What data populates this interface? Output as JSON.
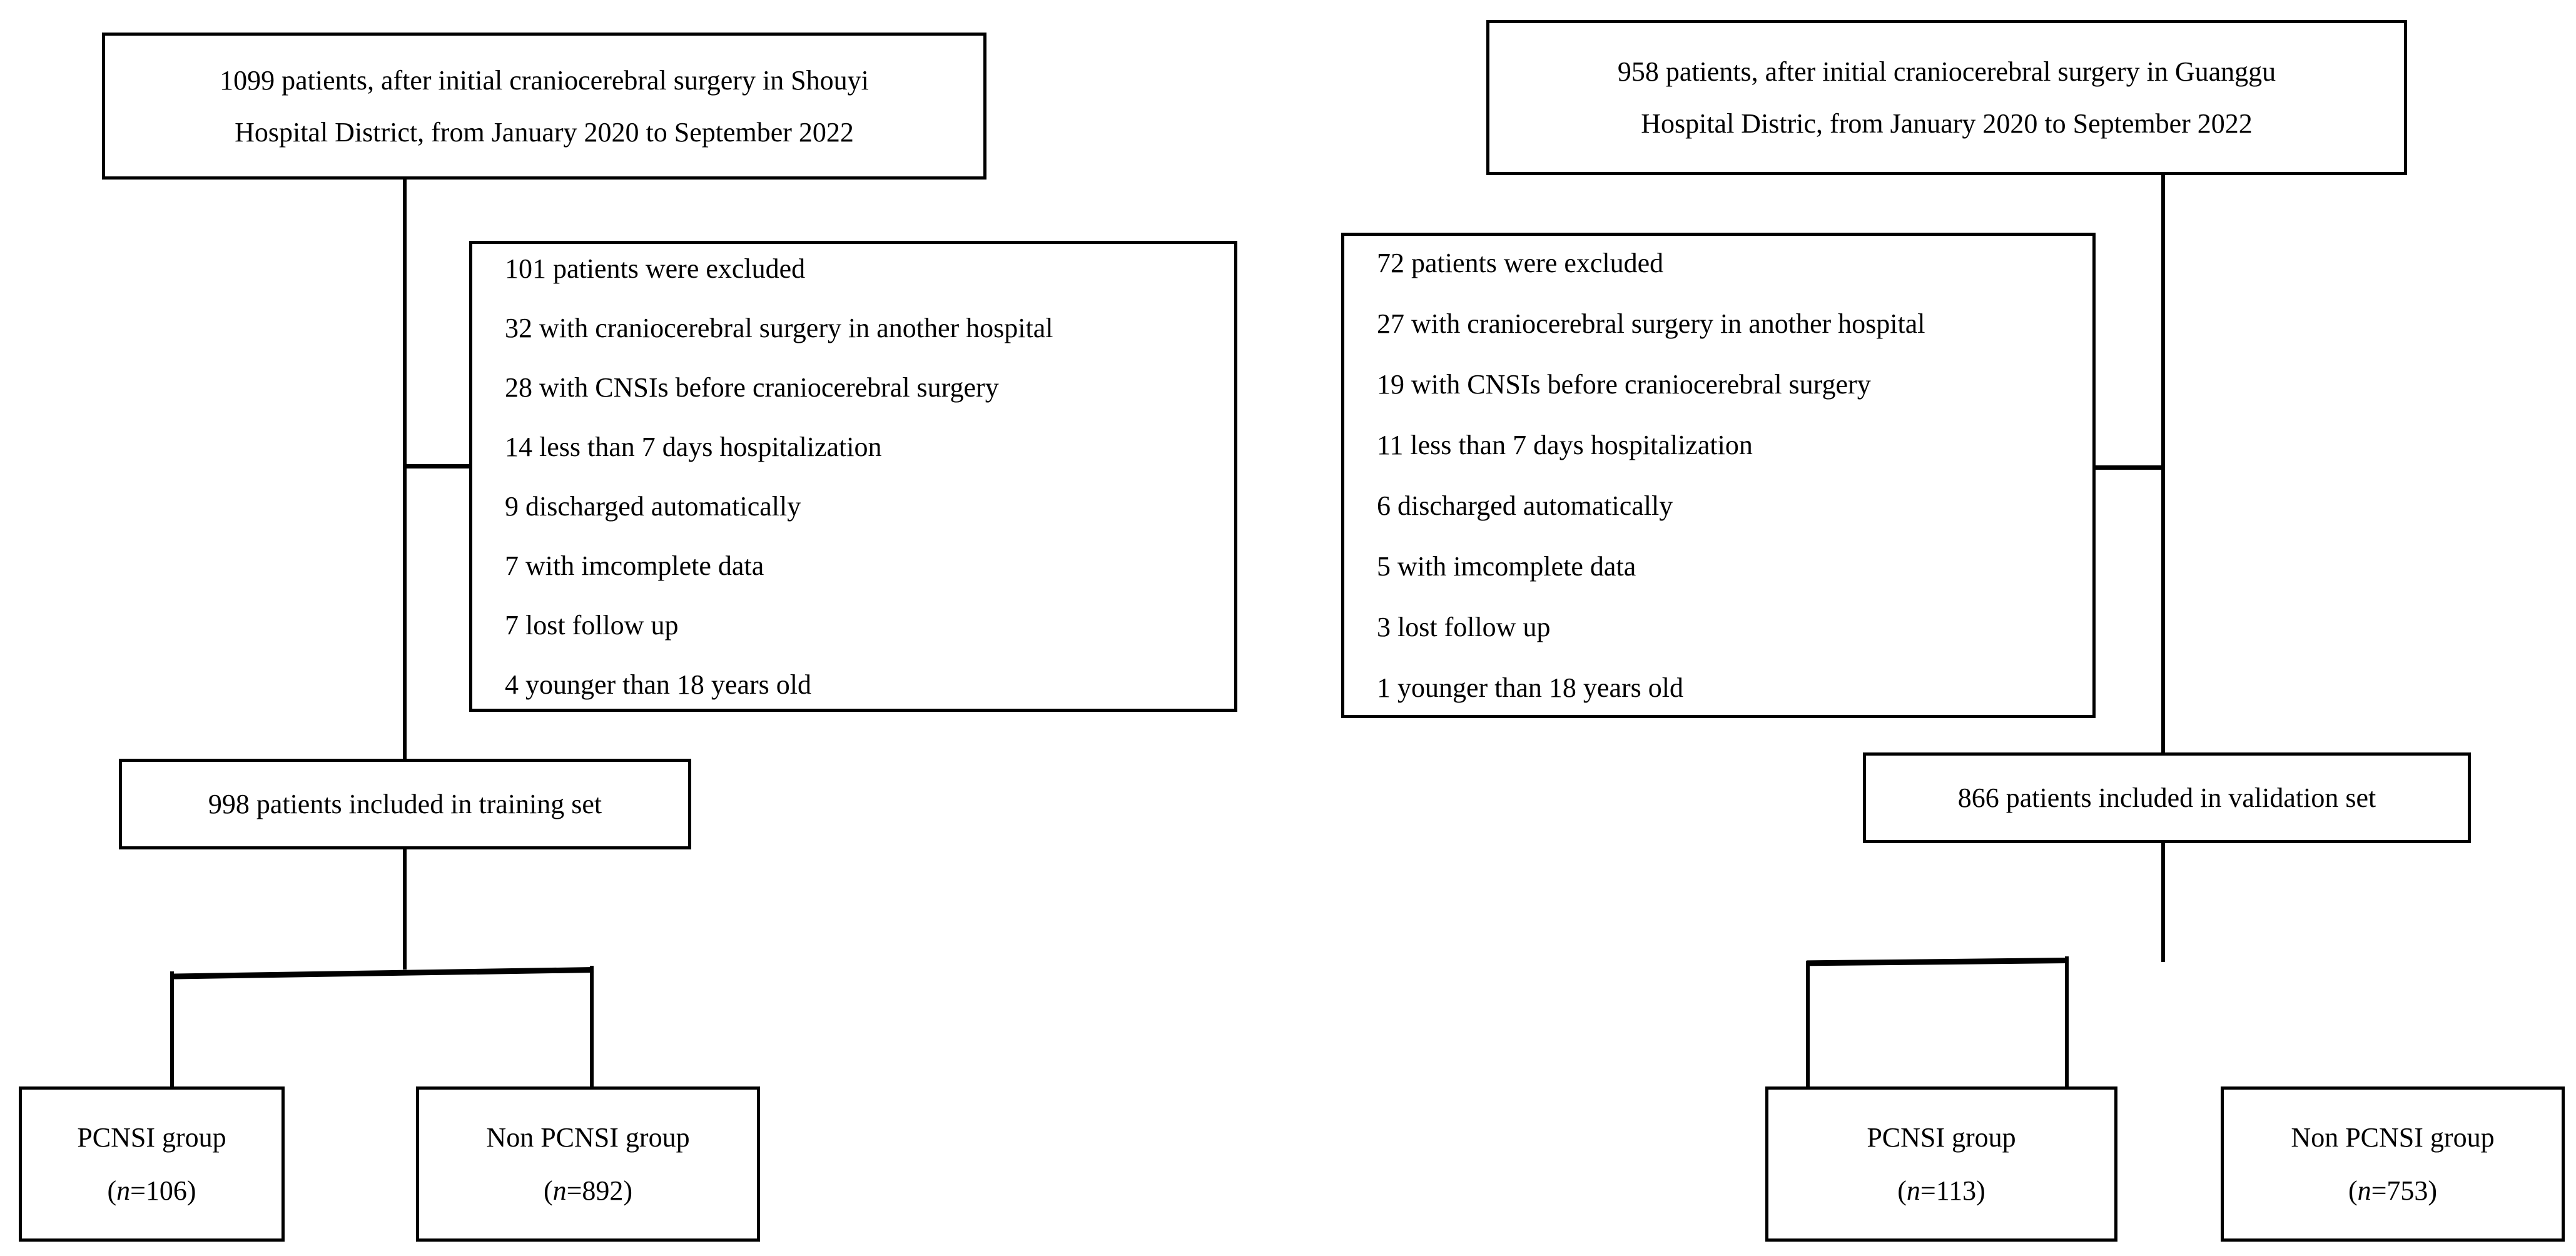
{
  "figure": {
    "type": "patient-flow-diagram",
    "stroke_color": "#000000",
    "background_color": "#ffffff"
  },
  "cohorts": [
    {
      "id": "training",
      "source_box": {
        "line1": "1099 patients, after initial craniocerebral surgery in Shouyi",
        "line2": "Hospital District, from    January 2020 to September 2022"
      },
      "exclusion_box": {
        "items": [
          "101 patients were excluded",
          "32 with craniocerebral surgery in another hospital",
          "28 with CNSIs before craniocerebral surgery",
          "14 less than 7 days hospitalization",
          "9 discharged automatically",
          "7 with imcomplete data",
          "7 lost follow up",
          "4 younger than 18 years old"
        ]
      },
      "included_box": "998 patients included in training set",
      "groups": [
        {
          "label": "PCNSI group",
          "n_prefix": "(",
          "n_symbol": "n",
          "n_value": "=106)"
        },
        {
          "label": "Non PCNSI group",
          "n_prefix": "(",
          "n_symbol": "n",
          "n_value": "=892)"
        }
      ]
    },
    {
      "id": "validation",
      "source_box": {
        "line1": "958 patients, after initial craniocerebral surgery in Guanggu",
        "line2": "Hospital Distric, from    January 2020 to September 2022"
      },
      "exclusion_box": {
        "items": [
          "72 patients were excluded",
          "27 with craniocerebral surgery in another hospital",
          "19 with CNSIs before craniocerebral surgery",
          "11 less than 7 days hospitalization",
          "6 discharged automatically",
          "5 with imcomplete data",
          "3 lost follow up",
          "1 younger than 18 years old"
        ]
      },
      "included_box": "866 patients included in validation set",
      "groups": [
        {
          "label": "PCNSI group",
          "n_prefix": "(",
          "n_symbol": "n",
          "n_value": "=113)"
        },
        {
          "label": "Non PCNSI group",
          "n_prefix": "(",
          "n_symbol": "n",
          "n_value": "=753)"
        }
      ]
    }
  ]
}
